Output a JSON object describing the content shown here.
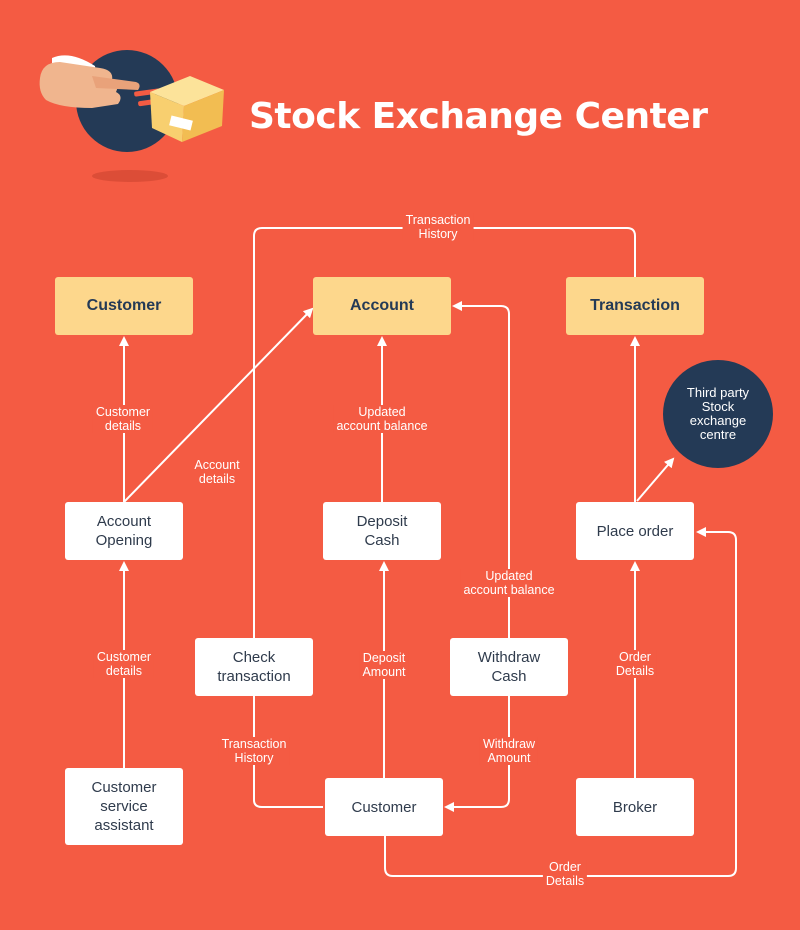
{
  "title": "Stock Exchange Center",
  "colors": {
    "background": "#f45b43",
    "entity": "#fdd78c",
    "process": "#ffffff",
    "external": "#243a56",
    "line": "#ffffff"
  },
  "entities": {
    "customer": "Customer",
    "account": "Account",
    "transaction": "Transaction"
  },
  "external": {
    "third_party": "Third party\nStock\nexchange\ncentre"
  },
  "processes": {
    "account_opening": "Account\nOpening",
    "deposit_cash": "Deposit\nCash",
    "place_order": "Place order",
    "check_transaction": "Check\ntransaction",
    "withdraw_cash": "Withdraw\nCash",
    "customer_service": "Customer\nservice\nassistant",
    "customer": "Customer",
    "broker": "Broker"
  },
  "flows": {
    "transaction_history_top": "Transaction\nHistory",
    "customer_details_upper": "Customer\ndetails",
    "account_details": "Account\ndetails",
    "updated_balance_upper": "Updated\naccount balance",
    "updated_balance_lower": "Updated\naccount balance",
    "customer_details_lower": "Customer\ndetails",
    "deposit_amount": "Deposit\nAmount",
    "order_details_mid": "Order\nDetails",
    "transaction_history_bottom": "Transaction\nHistory",
    "withdraw_amount": "Withdraw\nAmount",
    "order_details_bottom": "Order\nDetails"
  },
  "illustration_icons": [
    "pointing-hand-icon",
    "package-box-icon"
  ]
}
